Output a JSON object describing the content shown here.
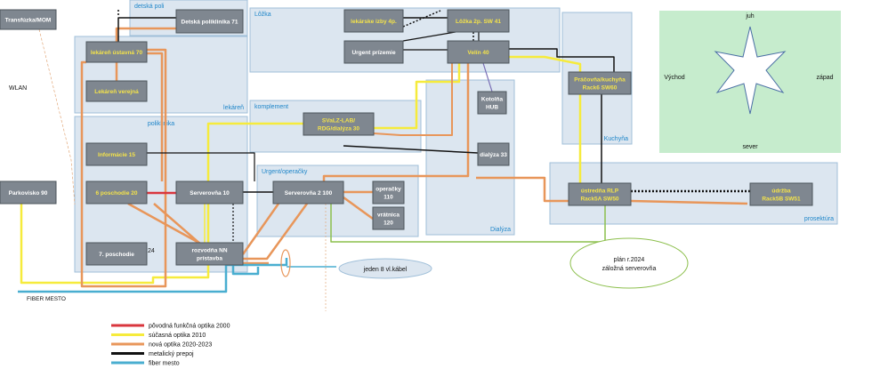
{
  "colors": {
    "zone_fill": "#dce6f0",
    "zone_stroke": "#9fbfd9",
    "node_fill": "#7f8790",
    "node_stroke": "#4d555c",
    "node_text_white": "#ffffff",
    "node_text_yellow": "#f4e34a",
    "compass_bg": "#c6eccd",
    "red": "#d9363e",
    "yellow": "#f6eb3c",
    "orange": "#e8965a",
    "black": "#111111",
    "blue": "#49aed0",
    "green": "#8cbf4c"
  },
  "zones": [
    {
      "id": "detska-poli",
      "label": "detská poli"
    },
    {
      "id": "lekaren",
      "label": "lekáreň"
    },
    {
      "id": "lozka",
      "label": "Lôžka"
    },
    {
      "id": "komplement",
      "label": "komplement"
    },
    {
      "id": "poliklinika",
      "label": "poliklinika"
    },
    {
      "id": "urgent",
      "label": "Urgent/operačky"
    },
    {
      "id": "dialyza",
      "label": "Dialýza"
    },
    {
      "id": "kuchyna",
      "label": "Kuchyňa"
    },
    {
      "id": "prosektura",
      "label": "prosektúra"
    }
  ],
  "nodes": [
    {
      "id": "transfuzka",
      "lines": [
        "Transfúzka/MOM"
      ],
      "color": "white"
    },
    {
      "id": "detska71",
      "lines": [
        "Detská poliklinika 71"
      ],
      "color": "white"
    },
    {
      "id": "lekaren70",
      "lines": [
        "lekáreň ústavná 70"
      ],
      "color": "yellow"
    },
    {
      "id": "lekarenverejna",
      "lines": [
        "Lekáreň verejná"
      ],
      "color": "yellow"
    },
    {
      "id": "lekarskeizby",
      "lines": [
        "lekárske izby 4p."
      ],
      "color": "yellow"
    },
    {
      "id": "lozka41",
      "lines": [
        "Lôžka 2p. SW 41"
      ],
      "color": "yellow"
    },
    {
      "id": "urgentprizemie",
      "lines": [
        "Urgent prízemie"
      ],
      "color": "white"
    },
    {
      "id": "velin40",
      "lines": [
        "Velín 40"
      ],
      "color": "yellow"
    },
    {
      "id": "kotolna",
      "lines": [
        "Kotolňa",
        "HUB"
      ],
      "color": "white"
    },
    {
      "id": "pracovna",
      "lines": [
        "Práčovňa/kuchyňa",
        "Rack6 SW60"
      ],
      "color": "yellow"
    },
    {
      "id": "svalz",
      "lines": [
        "SVaLZ-LAB/",
        "RDG/dialýza 30"
      ],
      "color": "yellow"
    },
    {
      "id": "informacie",
      "lines": [
        "Informácie 15"
      ],
      "color": "yellow"
    },
    {
      "id": "dialyza33",
      "lines": [
        "dialýza 33"
      ],
      "color": "white"
    },
    {
      "id": "poschodie6",
      "lines": [
        "6 poschodie 20"
      ],
      "color": "yellow"
    },
    {
      "id": "serverovna10",
      "lines": [
        "Serverovňa 10"
      ],
      "color": "white"
    },
    {
      "id": "serverovna2",
      "lines": [
        "Serverovňa 2 100"
      ],
      "color": "white"
    },
    {
      "id": "operacky",
      "lines": [
        "operačky",
        "110"
      ],
      "color": "white"
    },
    {
      "id": "vratnica",
      "lines": [
        "vrátnica",
        "120"
      ],
      "color": "white"
    },
    {
      "id": "ustredna",
      "lines": [
        "ústredňa RLP",
        "Rack5A SW50"
      ],
      "color": "yellow"
    },
    {
      "id": "udrzba",
      "lines": [
        "údržba",
        "Rack5B SW51"
      ],
      "color": "yellow"
    },
    {
      "id": "parkovisko",
      "lines": [
        "Parkovisko 90"
      ],
      "color": "white"
    },
    {
      "id": "poschodie7",
      "lines": [
        "7. poschodie"
      ],
      "color": "white"
    },
    {
      "id": "rozvodna",
      "lines": [
        "rozvodňa NN",
        "prístavba"
      ],
      "color": "white"
    }
  ],
  "labels": {
    "wlan": "WLAN",
    "fiber_mesto": "FIBER MESTO",
    "num24": "24",
    "cable_note": "jeden 8 vl.kábel",
    "plan_line1": "plán r.2024",
    "plan_line2": "záložná serverovňa"
  },
  "compass": {
    "north": "juh",
    "south": "sever",
    "west": "Východ",
    "east": "západ"
  },
  "legend": [
    {
      "key": "red",
      "text": "pôvodná funkčná optika 2000"
    },
    {
      "key": "yellow",
      "text": "súčasná optika 2010"
    },
    {
      "key": "orange",
      "text": "nová optika 2020-2023"
    },
    {
      "key": "black",
      "text": "metalický prepoj"
    },
    {
      "key": "blue",
      "text": "fiber mesto"
    }
  ]
}
